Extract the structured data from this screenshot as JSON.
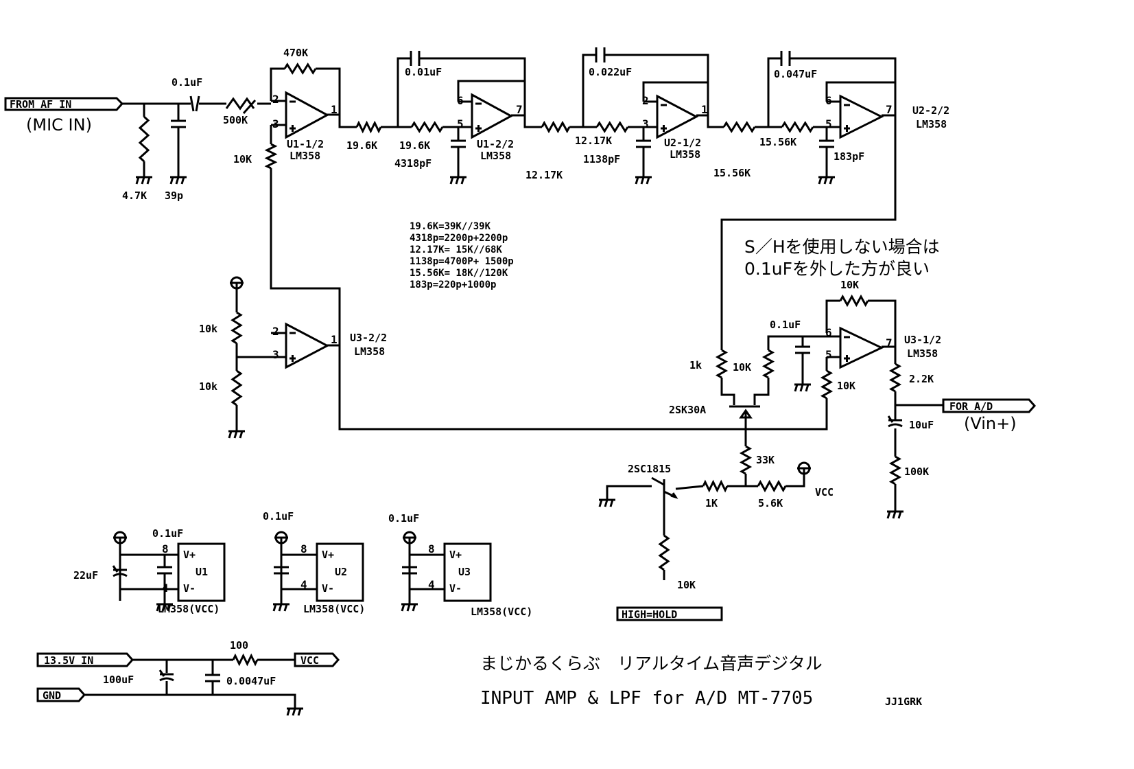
{
  "title": {
    "line1": "まじかるくらぶ　リアルタイム音声デジタル",
    "line2": "INPUT AMP & LPF for A/D MT-7705",
    "author": "JJ1GRK"
  },
  "ports": {
    "from_af_in": "FROM AF IN",
    "mic_in": "(MIC IN)",
    "for_ad": "FOR A/D",
    "vin": "(Vin+)",
    "high_hold": "HIGH=HOLD",
    "power_in": "13.5V IN",
    "gnd": "GND",
    "vcc": "VCC"
  },
  "sh_note": [
    "S／Hを使用しない場合は",
    "0.1uFを外した方が良い"
  ],
  "notes": [
    "19.6K=39K//39K",
    "4318p=2200p+2200p",
    "12.17K= 15K//68K",
    "1138p=4700P+ 1500p",
    "15.56K= 18K//120K",
    "183p=220p+1000p"
  ],
  "labels": [
    "470K",
    "0.1uF",
    "500K",
    "10K",
    "4.7K",
    "39p",
    "U1-1/2",
    "LM358",
    "19.6K",
    "19.6K",
    "4318pF",
    "U1-2/2",
    "LM358",
    "0.01uF",
    "12.17K",
    "12.17K",
    "1138pF",
    "0.022uF",
    "U2-1/2",
    "LM358",
    "15.56K",
    "15.56K",
    "183pF",
    "0.047uF",
    "U2-2/2",
    "LM358",
    "10k",
    "10k",
    "U3-2/2",
    "LM358",
    "10K",
    "0.1uF",
    "U3-1/2",
    "LM358",
    "1k",
    "10K",
    "10K",
    "2SK30A",
    "2.2K",
    "10uF",
    "100K",
    "33K",
    "2SC1815",
    "1K",
    "5.6K",
    "VCC",
    "10K",
    "0.1uF",
    "22uF",
    "U1",
    "V+",
    "V-",
    "LM358(VCC)",
    "0.1uF",
    "U2",
    "V+",
    "V-",
    "LM358(VCC)",
    "0.1uF",
    "U3",
    "V+",
    "V-",
    "LM358(VCC)",
    "100",
    "100uF",
    "0.0047uF"
  ],
  "pins": [
    "2",
    "3",
    "1",
    "6",
    "5",
    "7",
    "2",
    "3",
    "1",
    "6",
    "5",
    "7",
    "2",
    "3",
    "1",
    "6",
    "5",
    "7",
    "8",
    "4",
    "8",
    "4",
    "8",
    "4"
  ]
}
